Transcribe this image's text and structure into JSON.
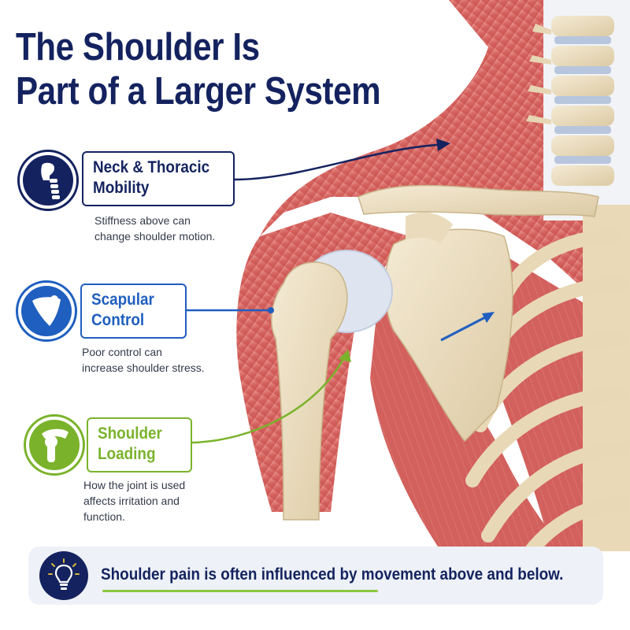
{
  "title": {
    "line1": "The Shoulder Is",
    "line2": "Part of a Larger System"
  },
  "callouts": {
    "neck": {
      "title_line1": "Neck & Thoracic",
      "title_line2": "Mobility",
      "description": "Stiffness above can\nchange shoulder motion.",
      "color": "#14235f",
      "icon": "spine-icon"
    },
    "scapular": {
      "title_line1": "Scapular",
      "title_line2": "Control",
      "description": "Poor control can\nincrease shoulder stress.",
      "color": "#1f5fbf",
      "icon": "scapula-icon"
    },
    "loading": {
      "title_line1": "Shoulder",
      "title_line2": "Loading",
      "description": "How the joint is used\naffects irritation and\nfunction.",
      "color": "#7ab32b",
      "icon": "shoulder-joint-icon"
    }
  },
  "banner": {
    "text": "Shoulder pain is often influenced by movement above and below.",
    "icon": "lightbulb-icon",
    "accent": "#8cc63f"
  }
}
